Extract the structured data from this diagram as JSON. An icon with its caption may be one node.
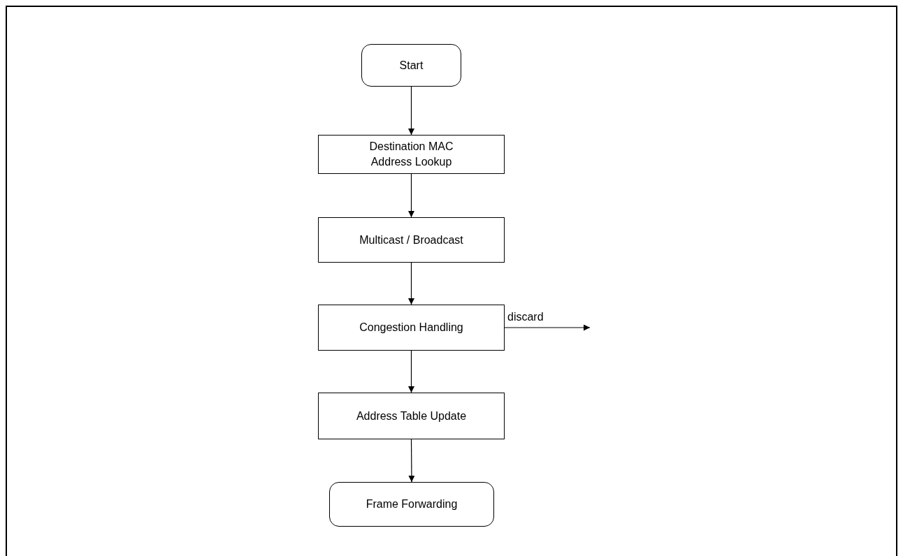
{
  "diagram": {
    "nodes": [
      {
        "text": [
          "Start"
        ]
      },
      {
        "text": [
          "Destination MAC Address Lookup"
        ]
      },
      {
        "text": [
          "Multicast / Broadcast"
        ]
      },
      {
        "text": [
          "Congestion Handling"
        ]
      },
      {
        "text": [
          "Address Table Update"
        ]
      },
      {
        "text": [
          "Frame Forwarding"
        ]
      }
    ],
    "edges": [
      {
        "from": 0,
        "to": 1,
        "arrow": "to"
      },
      {
        "from": 1,
        "to": 2,
        "arrow": "to"
      },
      {
        "from": 2,
        "to": 3,
        "arrow": "to"
      },
      {
        "from": 3,
        "to": 4,
        "arrow": "to"
      },
      {
        "from": 4,
        "to": 5,
        "arrow": "to"
      },
      {
        "from": 3,
        "to": null,
        "arrow": "to",
        "label": "discard"
      }
    ]
  }
}
